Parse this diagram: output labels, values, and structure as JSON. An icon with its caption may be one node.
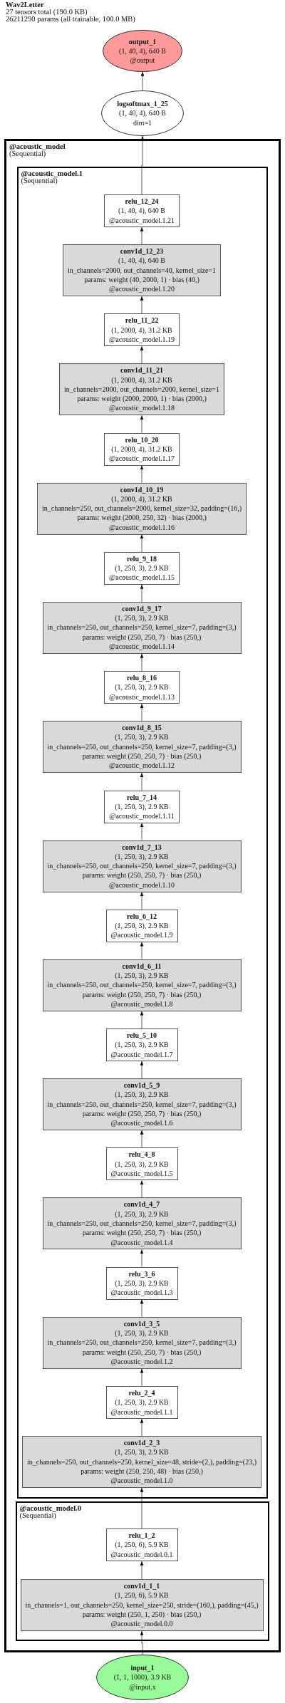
{
  "diagram": {
    "title": "Wav2Letter",
    "labels": [
      "27 tensors total (190.0 KB)",
      "26211290 params (all trainable, 100.0 MB)"
    ],
    "nodes": [
      {
        "text": [
          "output_1",
          "(1, 40, 4), 640 B",
          "@output"
        ]
      },
      {
        "text": [
          "logsoftmax_1_25",
          "(1, 40, 4), 640 B",
          "dim=1"
        ]
      },
      {
        "text": [
          "@acoustic_model",
          "(Sequential)"
        ]
      },
      {
        "text": [
          "@acoustic_model.1",
          "(Sequential)"
        ],
        "in": 2
      },
      {
        "text": [
          "relu_12_24",
          "(1, 40, 4), 640 B",
          "@acoustic_model.1.21"
        ],
        "in": 3
      },
      {
        "text": [
          "conv1d_12_23",
          "(1, 40, 4), 640 B",
          "in_channels=2000, out_channels=40, kernel_size=1",
          "params: weight (40, 2000, 1) · bias (40,)",
          "@acoustic_model.1.20"
        ],
        "in": 3
      },
      {
        "text": [
          "relu_11_22",
          "(1, 2000, 4), 31.2 KB",
          "@acoustic_model.1.19"
        ],
        "in": 3
      },
      {
        "text": [
          "conv1d_11_21",
          "(1, 2000, 4), 31.2 KB",
          "in_channels=2000, out_channels=2000, kernel_size=1",
          "params: weight (2000, 2000, 1) · bias (2000,)",
          "@acoustic_model.1.18"
        ],
        "in": 3
      },
      {
        "text": [
          "relu_10_20",
          "(1, 2000, 4), 31.2 KB",
          "@acoustic_model.1.17"
        ],
        "in": 3
      },
      {
        "text": [
          "conv1d_10_19",
          "(1, 2000, 4), 31.2 KB",
          "in_channels=250, out_channels=2000, kernel_size=32, padding=(16,)",
          "params: weight (2000, 250, 32) · bias (2000,)",
          "@acoustic_model.1.16"
        ],
        "in": 3
      },
      {
        "text": [
          "relu_9_18",
          "(1, 250, 3), 2.9 KB",
          "@acoustic_model.1.15"
        ],
        "in": 3
      },
      {
        "text": [
          "conv1d_9_17",
          "(1, 250, 3), 2.9 KB",
          "in_channels=250, out_channels=250, kernel_size=7, padding=(3,)",
          "params: weight (250, 250, 7) · bias (250,)",
          "@acoustic_model.1.14"
        ],
        "in": 3
      },
      {
        "text": [
          "relu_8_16",
          "(1, 250, 3), 2.9 KB",
          "@acoustic_model.1.13"
        ],
        "in": 3
      },
      {
        "text": [
          "conv1d_8_15",
          "(1, 250, 3), 2.9 KB",
          "in_channels=250, out_channels=250, kernel_size=7, padding=(3,)",
          "params: weight (250, 250, 7) · bias (250,)",
          "@acoustic_model.1.12"
        ],
        "in": 3
      },
      {
        "text": [
          "relu_7_14",
          "(1, 250, 3), 2.9 KB",
          "@acoustic_model.1.11"
        ],
        "in": 3
      },
      {
        "text": [
          "conv1d_7_13",
          "(1, 250, 3), 2.9 KB",
          "in_channels=250, out_channels=250, kernel_size=7, padding=(3,)",
          "params: weight (250, 250, 7) · bias (250,)",
          "@acoustic_model.1.10"
        ],
        "in": 3
      },
      {
        "text": [
          "relu_6_12",
          "(1, 250, 3), 2.9 KB",
          "@acoustic_model.1.9"
        ],
        "in": 3
      },
      {
        "text": [
          "conv1d_6_11",
          "(1, 250, 3), 2.9 KB",
          "in_channels=250, out_channels=250, kernel_size=7, padding=(3,)",
          "params: weight (250, 250, 7) · bias (250,)",
          "@acoustic_model.1.8"
        ],
        "in": 3
      },
      {
        "text": [
          "relu_5_10",
          "(1, 250, 3), 2.9 KB",
          "@acoustic_model.1.7"
        ],
        "in": 3
      },
      {
        "text": [
          "conv1d_5_9",
          "(1, 250, 3), 2.9 KB",
          "in_channels=250, out_channels=250, kernel_size=7, padding=(3,)",
          "params: weight (250, 250, 7) · bias (250,)",
          "@acoustic_model.1.6"
        ],
        "in": 3
      },
      {
        "text": [
          "relu_4_8",
          "(1, 250, 3), 2.9 KB",
          "@acoustic_model.1.5"
        ],
        "in": 3
      },
      {
        "text": [
          "conv1d_4_7",
          "(1, 250, 3), 2.9 KB",
          "in_channels=250, out_channels=250, kernel_size=7, padding=(3,)",
          "params: weight (250, 250, 7) · bias (250,)",
          "@acoustic_model.1.4"
        ],
        "in": 3
      },
      {
        "text": [
          "relu_3_6",
          "(1, 250, 3), 2.9 KB",
          "@acoustic_model.1.3"
        ],
        "in": 3
      },
      {
        "text": [
          "conv1d_3_5",
          "(1, 250, 3), 2.9 KB",
          "in_channels=250, out_channels=250, kernel_size=7, padding=(3,)",
          "params: weight (250, 250, 7) · bias (250,)",
          "@acoustic_model.1.2"
        ],
        "in": 3
      },
      {
        "text": [
          "relu_2_4",
          "(1, 250, 3), 2.9 KB",
          "@acoustic_model.1.1"
        ],
        "in": 3
      },
      {
        "text": [
          "conv1d_2_3",
          "(1, 250, 3), 2.9 KB",
          "in_channels=250, out_channels=250, kernel_size=48, stride=(2,), padding=(23,)",
          "params: weight (250, 250, 48) · bias (250,)",
          "@acoustic_model.1.0"
        ],
        "in": 3
      },
      {
        "text": [
          "@acoustic_model.0",
          "(Sequential)"
        ],
        "in": 2
      },
      {
        "text": [
          "relu_1_2",
          "(1, 250, 6), 5.9 KB",
          "@acoustic_model.0.1"
        ],
        "in": 26
      },
      {
        "text": [
          "conv1d_1_1",
          "(1, 250, 6), 5.9 KB",
          "in_channels=1, out_channels=250, kernel_size=250, stride=(160,), padding=(45,)",
          "params: weight (250, 1, 250) · bias (250,)",
          "@acoustic_model.0.0"
        ],
        "in": 26
      },
      {
        "text": [
          "input_1",
          "(1, 1, 1000), 3.9 KB",
          "@input.x"
        ]
      }
    ],
    "edges": [
      {
        "from": 29,
        "to": 28,
        "arrow": "to"
      },
      {
        "from": 28,
        "to": 27,
        "arrow": "to"
      },
      {
        "from": 27,
        "to": 25,
        "arrow": "to"
      },
      {
        "from": 25,
        "to": 24,
        "arrow": "to"
      },
      {
        "from": 24,
        "to": 23,
        "arrow": "to"
      },
      {
        "from": 23,
        "to": 22,
        "arrow": "to"
      },
      {
        "from": 22,
        "to": 21,
        "arrow": "to"
      },
      {
        "from": 21,
        "to": 20,
        "arrow": "to"
      },
      {
        "from": 20,
        "to": 19,
        "arrow": "to"
      },
      {
        "from": 19,
        "to": 18,
        "arrow": "to"
      },
      {
        "from": 18,
        "to": 17,
        "arrow": "to"
      },
      {
        "from": 17,
        "to": 16,
        "arrow": "to"
      },
      {
        "from": 16,
        "to": 15,
        "arrow": "to"
      },
      {
        "from": 15,
        "to": 14,
        "arrow": "to"
      },
      {
        "from": 14,
        "to": 13,
        "arrow": "to"
      },
      {
        "from": 13,
        "to": 12,
        "arrow": "to"
      },
      {
        "from": 12,
        "to": 11,
        "arrow": "to"
      },
      {
        "from": 11,
        "to": 10,
        "arrow": "to"
      },
      {
        "from": 10,
        "to": 9,
        "arrow": "to"
      },
      {
        "from": 9,
        "to": 8,
        "arrow": "to"
      },
      {
        "from": 8,
        "to": 7,
        "arrow": "to"
      },
      {
        "from": 7,
        "to": 6,
        "arrow": "to"
      },
      {
        "from": 6,
        "to": 5,
        "arrow": "to"
      },
      {
        "from": 5,
        "to": 4,
        "arrow": "to"
      },
      {
        "from": 4,
        "to": 1,
        "arrow": "to"
      },
      {
        "from": 1,
        "to": 0,
        "arrow": "to"
      }
    ]
  }
}
